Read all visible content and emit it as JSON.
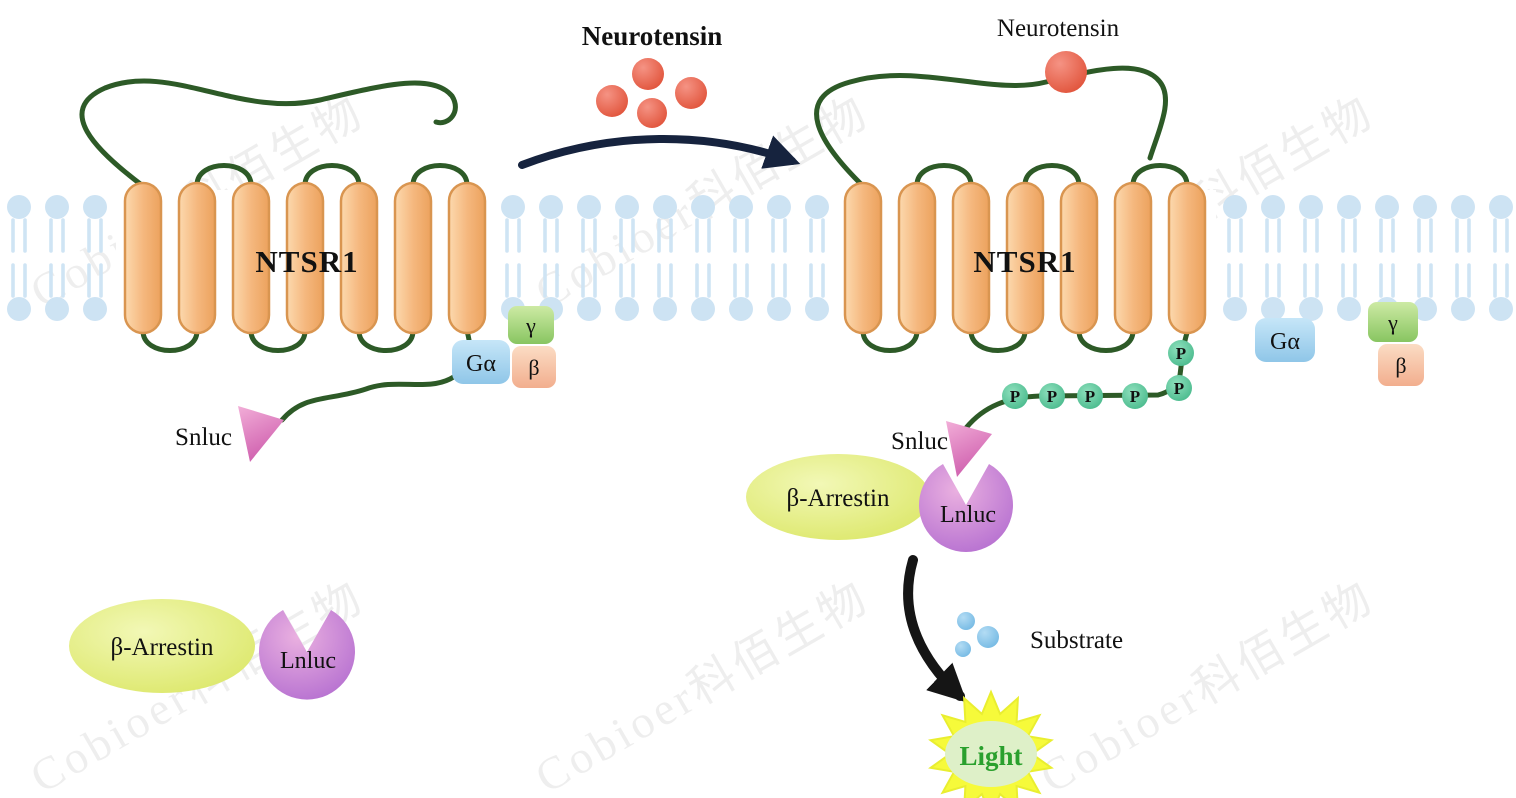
{
  "watermark": {
    "text": "Cobioer科佰生物"
  },
  "left_state": {
    "receptor_label": "NTSR1",
    "g_alpha_label": "Gα",
    "gamma_label": "γ",
    "beta_label": "β",
    "snluc_label": "Snluc",
    "arrestin_label": "β-Arrestin",
    "lnluc_label": "Lnluc"
  },
  "center": {
    "ligand_label": "Neurotensin"
  },
  "right_state": {
    "ligand_label": "Neurotensin",
    "receptor_label": "NTSR1",
    "g_alpha_label": "Gα",
    "gamma_label": "γ",
    "beta_label": "β",
    "snluc_label": "Snluc",
    "arrestin_label": "β-Arrestin",
    "lnluc_label": "Lnluc",
    "phospho_label": "P",
    "substrate_label": "Substrate",
    "light_label": "Light"
  },
  "colors": {
    "helix": "#f5b87f",
    "helix_stroke": "#d99550",
    "loop": "#2d5a27",
    "membrane": "#cde3f3",
    "ligand": "#e8604a",
    "g_alpha": "#a5d4ef",
    "gamma": "#9ccf6e",
    "beta_subunit": "#f6c5a9",
    "snluc": "#e07cc0",
    "arrestin": "#e4ee85",
    "lnluc": "#c27fd6",
    "phospho": "#56c695",
    "substrate": "#8ec9ec",
    "light_burst": "#f6fa3a",
    "light_text": "#2aa02d",
    "arrow_navy": "#16233e",
    "arrow_black": "#151515"
  }
}
